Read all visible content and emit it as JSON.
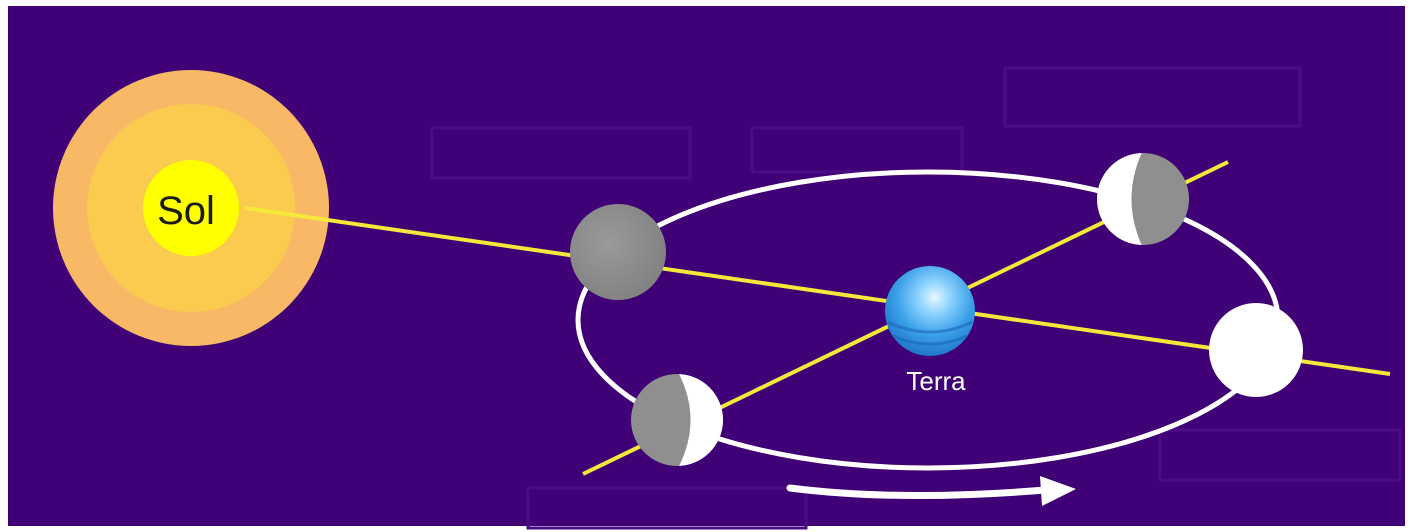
{
  "diagram": {
    "labels": {
      "sun": "Sol",
      "earth": "Terra"
    },
    "colors": {
      "background": "#3f0175",
      "sun_outer": "#f8b865",
      "sun_middle": "#fbcb4f",
      "sun_core": "#ffff00",
      "alignment_line": "#f5e83a",
      "orbit": "#ffffff",
      "moon_dark": "#8f8f8f",
      "moon_lit": "#ffffff",
      "earth": "#3aa0e8"
    },
    "moon_phases": [
      "new-moon",
      "first-quarter",
      "full-moon",
      "last-quarter"
    ],
    "orbit_direction": "counterclockwise-arrow"
  }
}
